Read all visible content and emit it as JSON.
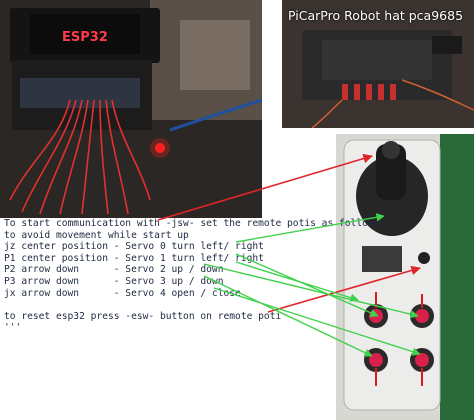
{
  "photos": {
    "esp32": {
      "label": "ESP32"
    },
    "pca9685": {
      "label": "PiCarPro Robot hat pca9685"
    }
  },
  "instructions": [
    "To start communication with -jsw- set the remote potis as follows",
    "to avoid movement while start up",
    "jz center position - Servo 0 turn left/ right",
    "P1 center position - Servo 1 turn left/ right",
    "P2 arrow down      - Servo 2 up / down",
    "P3 arrow down      - Servo 3 up / down",
    "jx arrow down      - Servo 4 open / close",
    "",
    "to reset esp32 press -esw- button on remote poti",
    "'''"
  ],
  "colors": {
    "red_arrow": "#e0242a",
    "green_arrow": "#3fd24a",
    "text": "#1e2a40"
  }
}
